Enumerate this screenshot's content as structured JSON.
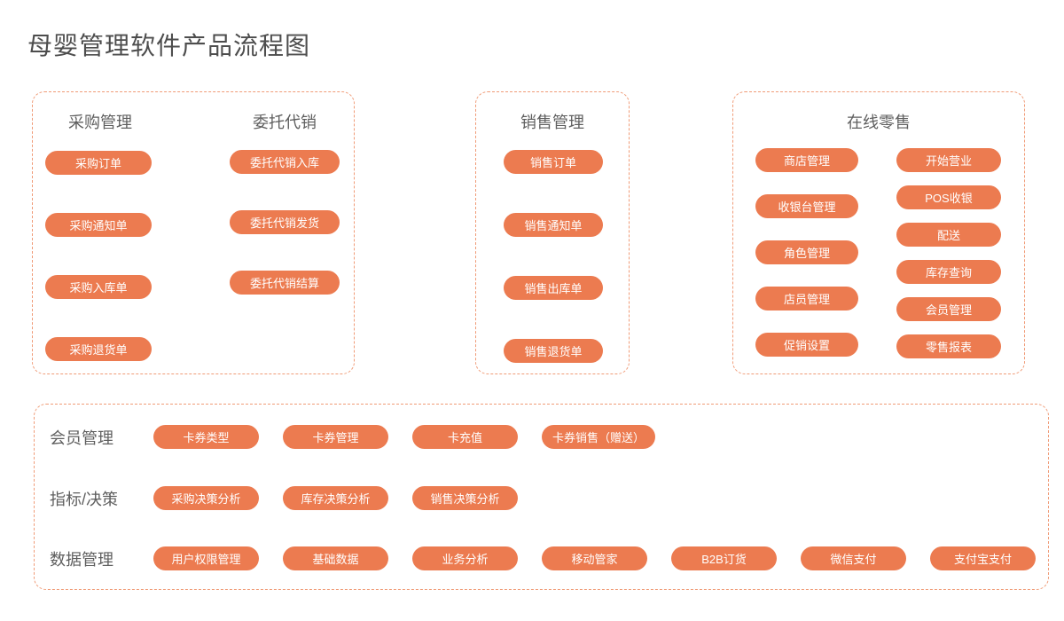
{
  "title": "母婴管理软件产品流程图",
  "colors": {
    "pill": "#EC7B50",
    "dashed_border": "#F09B77",
    "heading_text": "#5E5E5E",
    "title_text": "#4D4D4D",
    "pill_text": "#FFFFFF"
  },
  "boxes": {
    "purchase": {
      "columns": [
        {
          "heading": "采购管理",
          "pills": [
            "采购订单",
            "采购通知单",
            "采购入库单",
            "采购退货单"
          ]
        },
        {
          "heading": "委托代销",
          "pills": [
            "委托代销入库",
            "委托代销发货",
            "委托代销结算"
          ]
        }
      ]
    },
    "sales": {
      "heading": "销售管理",
      "pills": [
        "销售订单",
        "销售通知单",
        "销售出库单",
        "销售退货单"
      ]
    },
    "retail": {
      "heading": "在线零售",
      "left_pills": [
        "商店管理",
        "收银台管理",
        "角色管理",
        "店员管理",
        "促销设置"
      ],
      "right_pills": [
        "开始营业",
        "POS收银",
        "配送",
        "库存查询",
        "会员管理",
        "零售报表"
      ]
    },
    "platform": {
      "rows": [
        {
          "label": "会员管理",
          "pills": [
            "卡券类型",
            "卡券管理",
            "卡充值",
            "卡券销售（赠送）"
          ]
        },
        {
          "label": "指标/决策",
          "pills": [
            "采购决策分析",
            "库存决策分析",
            "销售决策分析"
          ]
        },
        {
          "label": "数据管理",
          "pills": [
            "用户权限管理",
            "基础数据",
            "业务分析",
            "移动管家",
            "B2B订货",
            "微信支付",
            "支付宝支付"
          ]
        }
      ]
    }
  }
}
